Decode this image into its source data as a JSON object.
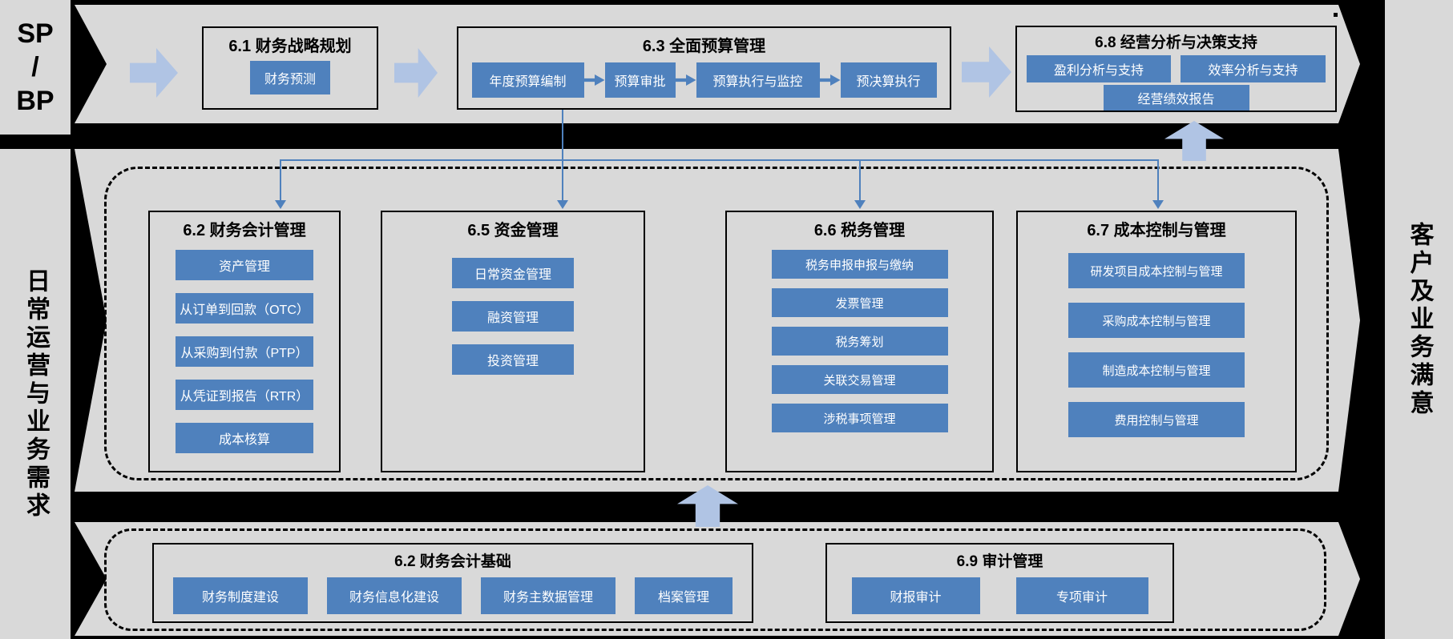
{
  "colors": {
    "band_gray": "#d9d9d9",
    "bar_blue": "#4f81bd",
    "block_arrow_blue": "#b0c4e4",
    "connector_blue": "#4f81bd",
    "background": "#000000"
  },
  "sidebars": {
    "left_top": [
      "SP",
      "/",
      "BP"
    ],
    "left_bottom": "日常运营与业务需求",
    "right": "客户及业务满意"
  },
  "top_band": {
    "box61": {
      "title": "6.1 财务战略规划",
      "items": [
        "财务预测"
      ]
    },
    "box63": {
      "title": "6.3 全面预算管理",
      "flow": [
        "年度预算编制",
        "预算审批",
        "预算执行与监控",
        "预决算执行"
      ]
    },
    "box68": {
      "title": "6.8 经营分析与决策支持",
      "row1": [
        "盈利分析与支持",
        "效率分析与支持"
      ],
      "row2": [
        "经营绩效报告"
      ]
    }
  },
  "middle_band": {
    "box62": {
      "title": "6.2 财务会计管理",
      "items": [
        "资产管理",
        "从订单到回款（OTC）",
        "从采购到付款（PTP）",
        "从凭证到报告（RTR）",
        "成本核算"
      ]
    },
    "box65": {
      "title": "6.5 资金管理",
      "items": [
        "日常资金管理",
        "融资管理",
        "投资管理"
      ]
    },
    "box66": {
      "title": "6.6 税务管理",
      "items": [
        "税务申报申报与缴纳",
        "发票管理",
        "税务筹划",
        "关联交易管理",
        "涉税事项管理"
      ]
    },
    "box67": {
      "title": "6.7 成本控制与管理",
      "items": [
        "研发项目成本控制与管理",
        "采购成本控制与管理",
        "制造成本控制与管理",
        "费用控制与管理"
      ]
    }
  },
  "bottom_band": {
    "box62b": {
      "title": "6.2 财务会计基础",
      "items": [
        "财务制度建设",
        "财务信息化建设",
        "财务主数据管理",
        "档案管理"
      ]
    },
    "box69": {
      "title": "6.9 审计管理",
      "items": [
        "财报审计",
        "专项审计"
      ]
    }
  }
}
